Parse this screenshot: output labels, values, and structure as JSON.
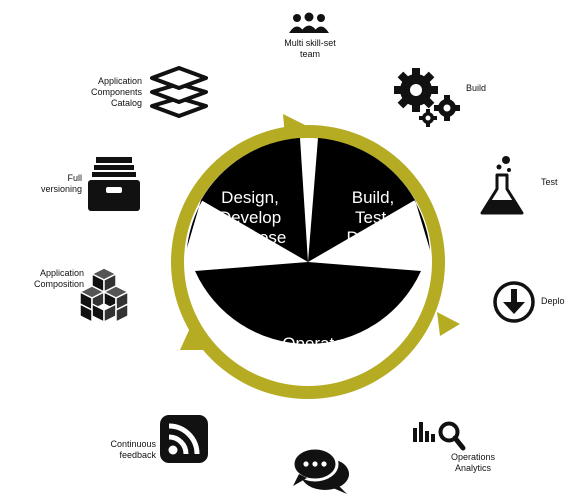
{
  "segments": {
    "design": [
      "Design,",
      "Develop",
      "Compose"
    ],
    "build": [
      "Build,",
      "Test,",
      "Deploy"
    ],
    "operate": "Operate"
  },
  "labels": {
    "team": [
      "Multi skill-set",
      "team"
    ],
    "build": "Build",
    "test": "Test",
    "deploy": "Deplo",
    "operations": [
      "Operations",
      "Analytics"
    ],
    "feedback": [
      "Continuous",
      "feedback"
    ],
    "composition": [
      "Application",
      "Composition"
    ],
    "versioning": [
      "Full",
      "versioning"
    ],
    "catalog": [
      "Application",
      "Components",
      "Catalog"
    ]
  },
  "icons": {
    "team": "team-icon",
    "build": "gears-icon",
    "test": "flask-icon",
    "deploy": "download-icon",
    "operations": "analytics-icon",
    "chat": "chat-icon",
    "feedback": "rss-icon",
    "composition": "cubes-icon",
    "versioning": "file-drawer-icon",
    "catalog": "layers-icon"
  },
  "colors": {
    "ring": "#b5ac24",
    "segment": "#000000",
    "icon": "#111111"
  }
}
